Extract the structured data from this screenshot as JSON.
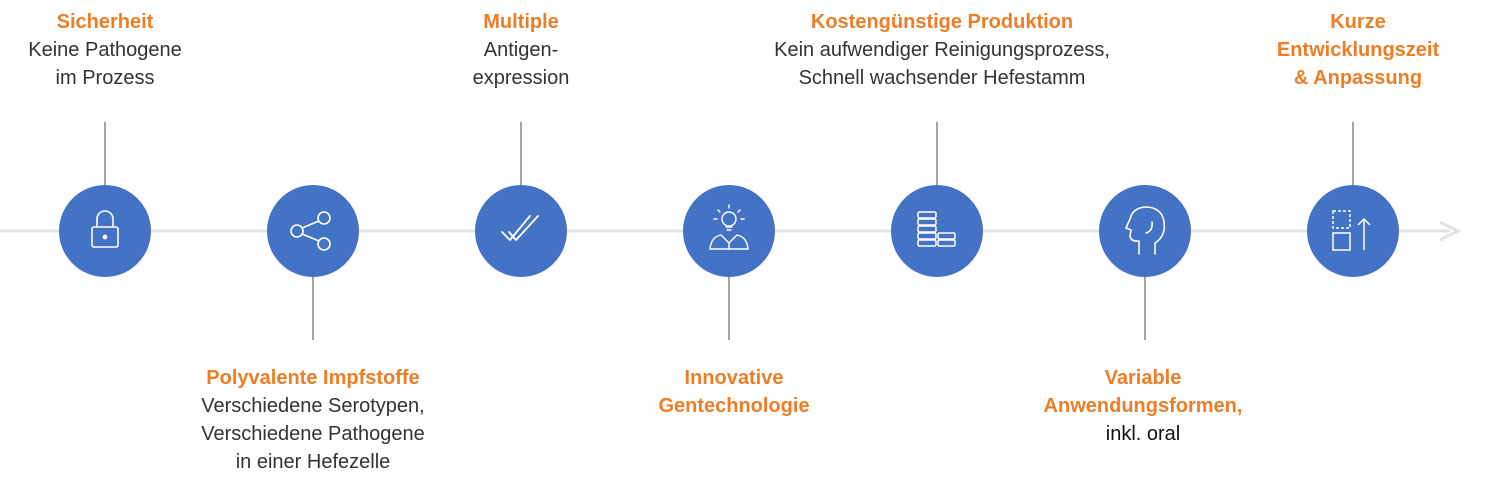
{
  "colors": {
    "accent": "#ef7d26",
    "circle": "#4472c4",
    "connector": "#5a6b78",
    "timeline": "#e3e3e3"
  },
  "steps": [
    {
      "title": "Sicherheit",
      "desc": "Keine Pathogene\nim Prozess",
      "icon": "lock-icon"
    },
    {
      "title": "Polyvalente Impfstoffe",
      "desc": "Verschiedene Serotypen,\nVerschiedene Pathogene\nin einer Hefezelle",
      "icon": "share-icon"
    },
    {
      "title": "Multiple",
      "desc": "Antigen-\nexpression",
      "icon": "double-check-icon"
    },
    {
      "title": "Innovative\nGentechnologie",
      "desc": "",
      "icon": "person-lightbulb-icon"
    },
    {
      "title": "Kostengünstige Produktion",
      "desc": "Kein aufwendiger Reinigungsprozess,\nSchnell wachsender Hefestamm",
      "icon": "coin-stacks-icon"
    },
    {
      "title": "Variable\nAnwendungsformen,",
      "desc": "inkl. oral",
      "icon": "head-throat-icon"
    },
    {
      "title": "Kurze\nEntwicklungszeit\n& Anpassung",
      "desc": "",
      "icon": "boxes-arrow-up-icon"
    }
  ]
}
